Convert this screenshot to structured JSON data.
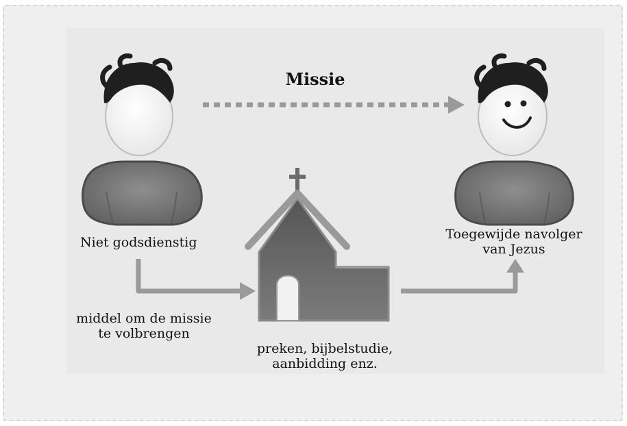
{
  "title": "Missie",
  "left_person_label": "Niet godsdienstig",
  "right_person_label_lines": [
    "Toegewijde navolger",
    "van Jezus"
  ],
  "means_label_lines": [
    "middel om de missie",
    "te volbrengen"
  ],
  "church_label_lines": [
    "preken, bijbelstudie,",
    "aanbidding enz."
  ],
  "colors": {
    "background": "#efefef",
    "panel": "#e9e9e9",
    "figure": "#7a7a7a",
    "hair": "#1f1f1f",
    "arrow": "#9a9a9a"
  }
}
